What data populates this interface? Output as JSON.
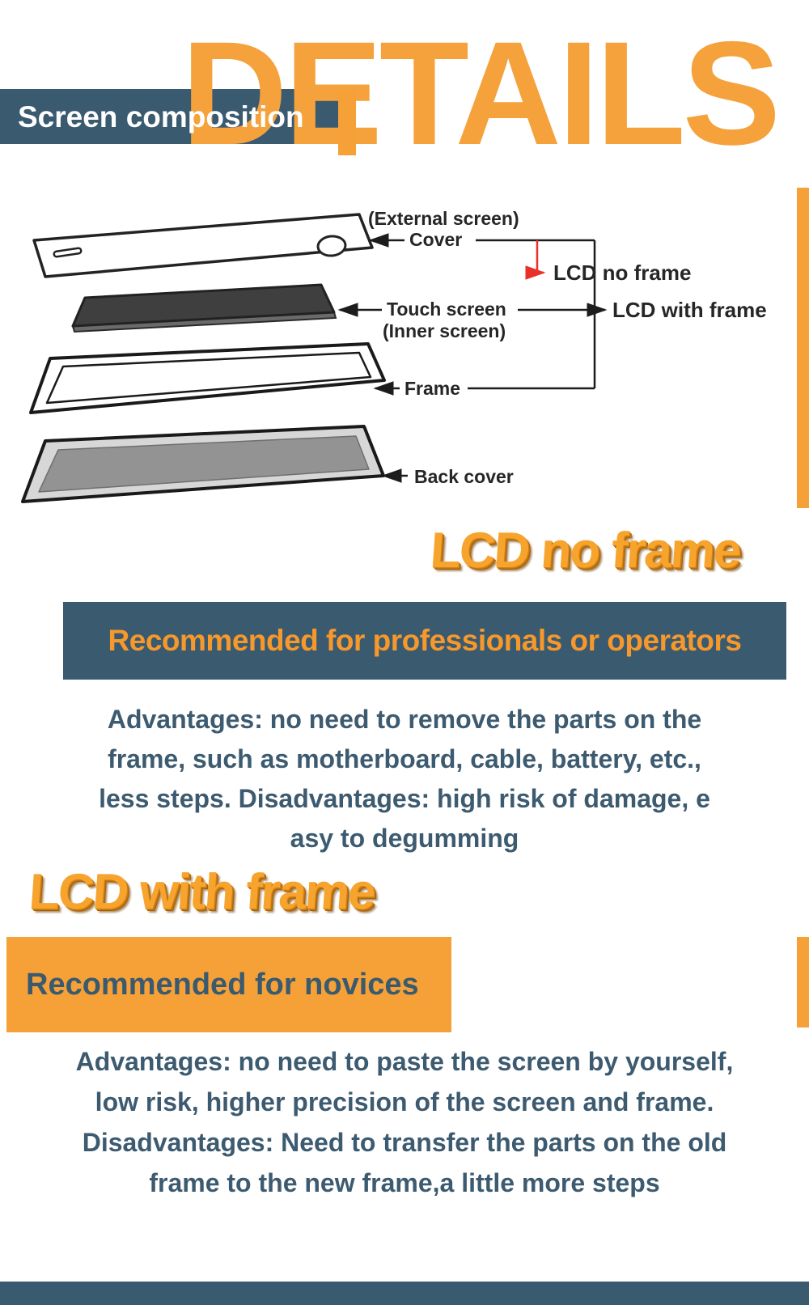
{
  "colors": {
    "accent_orange": "#F6A137",
    "watermark_orange": "#F5A23D",
    "banner_slate": "#3A5A70",
    "body_text": "#3D5B70",
    "banner_orange_text": "#F6982B",
    "heading_3d_orange": "#F7A42E",
    "red_arrow": "#E8312A"
  },
  "header": {
    "watermark": "DETAILS",
    "title": "Screen composition"
  },
  "diagram": {
    "external_screen_label": "(External screen)",
    "cover_label": "Cover",
    "touch_screen_label": "Touch screen",
    "inner_screen_label": "(Inner screen)",
    "frame_label": "Frame",
    "back_cover_label": "Back cover",
    "lcd_no_frame_label": "LCD no frame",
    "lcd_with_frame_label": "LCD with frame"
  },
  "section_no_frame": {
    "heading": "LCD no frame",
    "banner": "Recommended for professionals or operators",
    "body_lines": [
      "Advantages: no need to remove the parts on the",
      "frame, such as motherboard, cable, battery, etc.,",
      "less steps. Disadvantages: high risk of damage, e",
      "asy to degumming"
    ]
  },
  "section_with_frame": {
    "heading": "LCD with frame",
    "banner": "Recommended for novices",
    "body_lines": [
      "Advantages: no need to paste the screen by yourself,",
      "low risk, higher precision of the screen and frame.",
      "Disadvantages: Need to transfer the parts on the old",
      "frame to the new frame,a little more steps"
    ]
  }
}
